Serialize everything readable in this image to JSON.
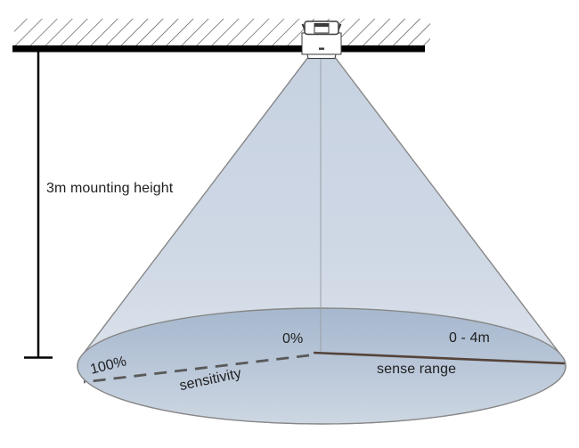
{
  "diagram": {
    "type": "ceiling-mounted-sensor-coverage-cone",
    "labels": {
      "mounting_height": "3m mounting height",
      "sensitivity_min": "0%",
      "sensitivity_max": "100%",
      "sensitivity_axis": "sensitivity",
      "sense_range_value": "0 - 4m",
      "sense_range_axis": "sense range"
    },
    "values": {
      "mounting_height_m": 3,
      "sense_range_min_m": 0,
      "sense_range_max_m": 4,
      "sensitivity_center_pct": 0,
      "sensitivity_edge_pct": 100
    },
    "colors": {
      "text": "#1f1f1f",
      "ceiling": "#000000",
      "hatch": "#4d4d4d",
      "outline": "#878787",
      "device_stroke": "#3a3a3a",
      "device_fill": "#ffffff",
      "cone_top": "#c7d2e1",
      "cone_mid": "#cfd8e5",
      "cone_bottom": "#e3e8ef",
      "base_top": "#a6b8ce",
      "base_mid": "#b7c5d7",
      "base_bottom": "#cdd7e3",
      "axis_line": "#9aa0a6",
      "dash_line": "#595959",
      "range_line": "#55433a",
      "measure_line": "#000000"
    }
  }
}
